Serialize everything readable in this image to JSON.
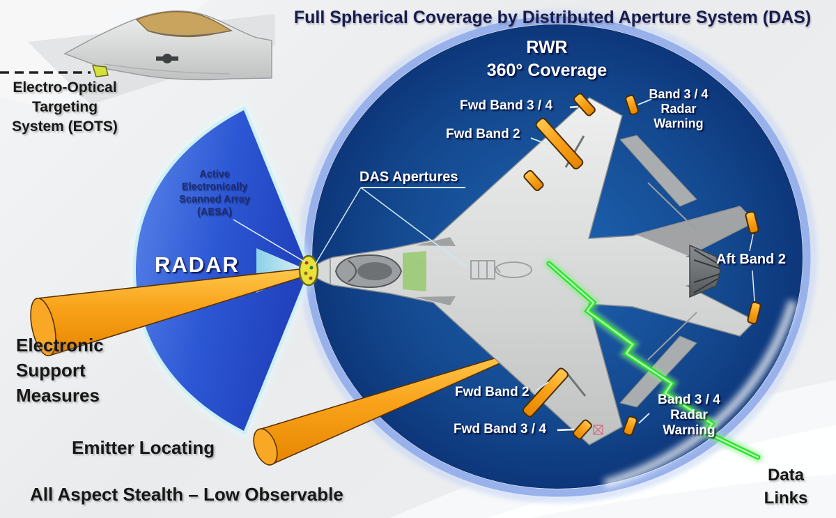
{
  "title": "Full Spherical Coverage by Distributed Aperture System (DAS)",
  "inset": {
    "eots_label": "Electro-Optical\nTargeting\nSystem (EOTS)"
  },
  "rwr": {
    "heading": "RWR\n360° Coverage"
  },
  "radar": {
    "aesa_label": "Active\nElectronically\nScanned Array\n(AESA)",
    "radar_label": "RADAR"
  },
  "das": {
    "apertures_label": "DAS Apertures"
  },
  "bands": {
    "fwd_band34_top": "Fwd Band 3 / 4",
    "fwd_band2_top": "Fwd Band 2",
    "band34_warning_top": "Band 3 / 4\nRadar\nWarning",
    "aft_band2": "Aft Band 2",
    "fwd_band2_bottom": "Fwd Band 2",
    "fwd_band34_bottom": "Fwd Band 3 / 4",
    "band34_warning_bottom": "Band 3 / 4\nRadar\nWarning"
  },
  "esm": {
    "label": "Electronic\nSupport\nMeasures"
  },
  "emitter": {
    "label": "Emitter Locating"
  },
  "footer": {
    "stealth_label": "All Aspect Stealth – Low Observable"
  },
  "datalinks": {
    "label": "Data\nLinks"
  },
  "colors": {
    "circle_navy": "#0b2d6c",
    "wedge_blue": "#2c57d4",
    "antenna_orange": "#f9a21a",
    "bolt_green": "#28e228",
    "leader_cyan": "#cfe9f5",
    "title_navy": "#181c4e"
  }
}
